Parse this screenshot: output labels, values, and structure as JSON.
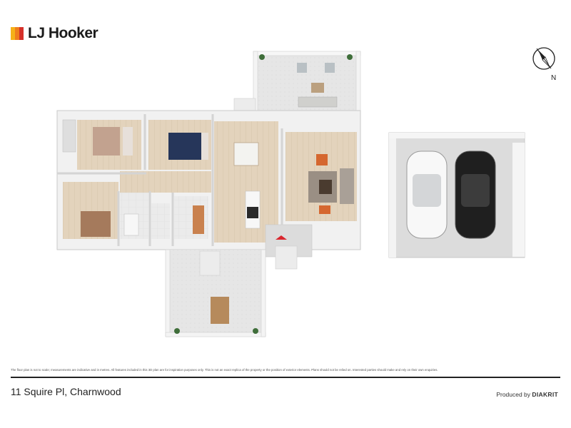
{
  "brand": {
    "name": "LJ Hooker",
    "colors": [
      "#f5b118",
      "#ef7d1c",
      "#d6312a"
    ]
  },
  "compass": {
    "label": "N"
  },
  "disclaimer": "The floor plan is not to scale; measurements are indicative and in metres. All features included in this 3D plan are for inspiration purposes only. This is not an exact replica of the property or the position of exterior elements. Plans should not be relied on. Interested parties should make and rely on their own enquiries.",
  "address": "11 Squire Pl, Charnwood",
  "credit": {
    "prefix": "Produced by",
    "brand": "DIAKRIT"
  },
  "colors": {
    "wall": "#f4f4f4",
    "wall_shade": "#d9d9d9",
    "floor_wood": "#e2d2bb",
    "floor_tile": "#e6e6e6",
    "deck": "#e4e4e4",
    "accent_marker": "#d9262e"
  }
}
